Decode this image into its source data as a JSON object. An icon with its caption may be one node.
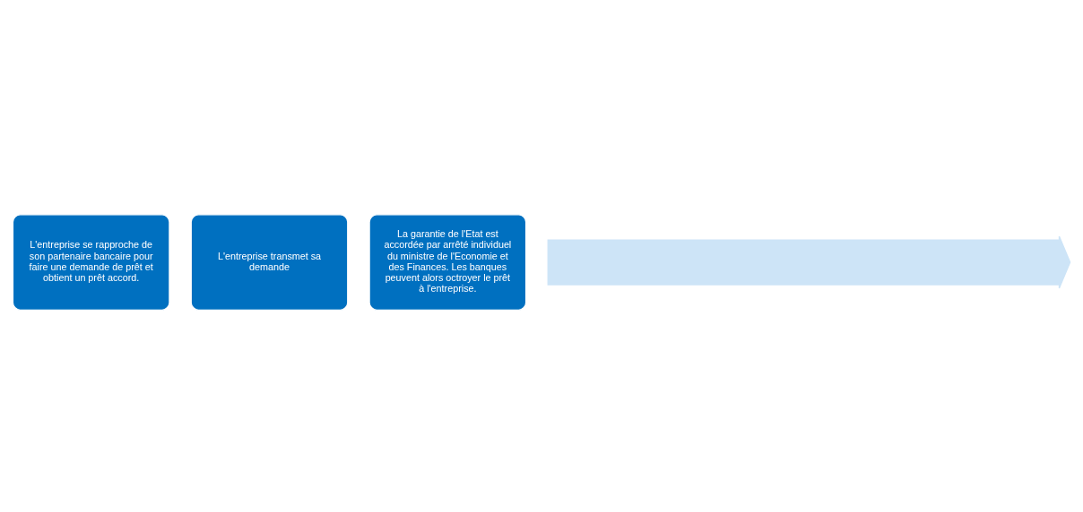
{
  "diagram": {
    "nodes": [
      {
        "text": [
          "L'entreprise se rapproche de son partenaire bancaire pour faire une demande de prêt et obtient un prêt accord."
        ]
      },
      {
        "text": [
          "L'entreprise transmet sa demande"
        ]
      },
      {
        "text": [
          "La garantie de l'Etat est accordée par arrêté individuel du ministre de l'Economie et des Finances. Les banques peuvent alors octroyer le prêt à l'entreprise."
        ]
      },
      {
        "text": [],
        "shape": "arrow"
      }
    ],
    "edges": []
  }
}
